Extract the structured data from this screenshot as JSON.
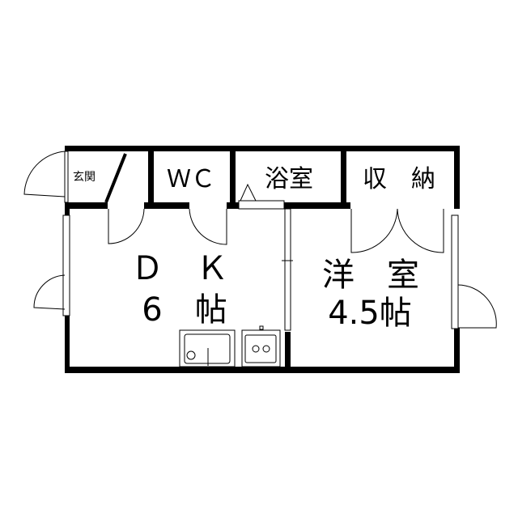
{
  "floorplan": {
    "rooms": {
      "entrance": "玄関",
      "wc": "ＷＣ",
      "bath": "浴室",
      "storage": "収　納",
      "dk_name": "Ｄ　Ｋ",
      "dk_size": "6　帖",
      "western_name": "洋　室",
      "western_size": "4.5帖"
    },
    "colors": {
      "wall": "#000000",
      "background": "#ffffff"
    }
  }
}
